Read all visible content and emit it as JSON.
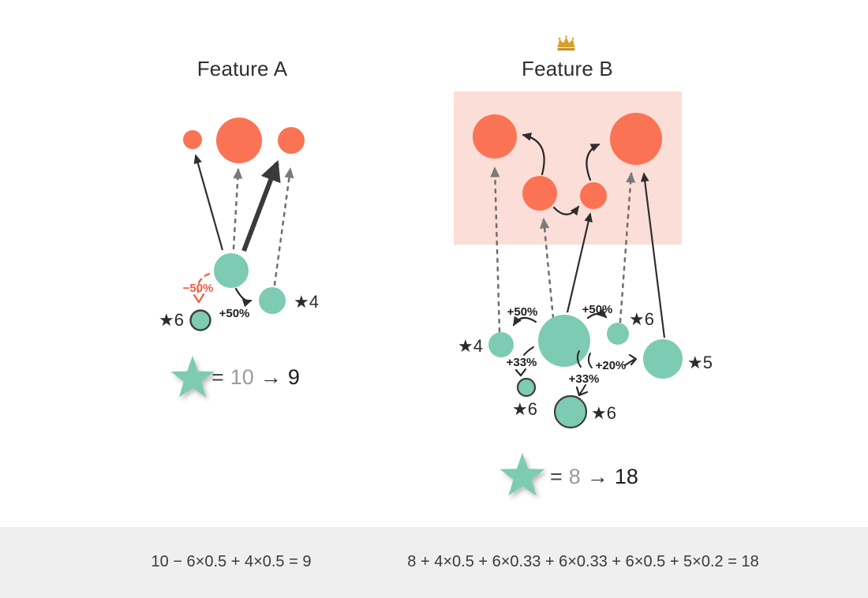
{
  "colors": {
    "orange": "#FB7355",
    "pink_panel": "#FBDED7",
    "green": "#7DCBB2",
    "outline_dark": "#3D3D3D",
    "dark_text": "#2F2F2F",
    "gray_dashed": "#6E6E6E",
    "muted_number": "#9B9B9B",
    "negative_orange": "#F55B3C",
    "footer_background": "#EFEFEF"
  },
  "feature_a": {
    "title": "Feature A",
    "percent_labels": {
      "minus50": "−50%",
      "plus50": "+50%"
    },
    "star_labels": {
      "star6": "★6",
      "star4": "★4"
    },
    "legend": {
      "eq": "=",
      "from": "10",
      "arrow": "→",
      "to": "9"
    }
  },
  "feature_b": {
    "crown_icon": "crown",
    "title": "Feature B",
    "percent_labels": {
      "plus50_left": "+50%",
      "plus50_right": "+50%",
      "plus33_left": "+33%",
      "plus33_mid": "+33%",
      "plus20": "+20%"
    },
    "star_labels": {
      "star4": "★4",
      "star6_top": "★6",
      "star5": "★5",
      "star6_small": "★6",
      "star6_mid": "★6"
    },
    "legend": {
      "eq": "=",
      "from": "8",
      "arrow": "→",
      "to": "18"
    }
  },
  "footer": {
    "formula_a": "10 − 6×0.5 + 4×0.5 = 9",
    "formula_b": "8 + 4×0.5 + 6×0.33 + 6×0.33 + 6×0.5 + 5×0.2 = 18"
  }
}
